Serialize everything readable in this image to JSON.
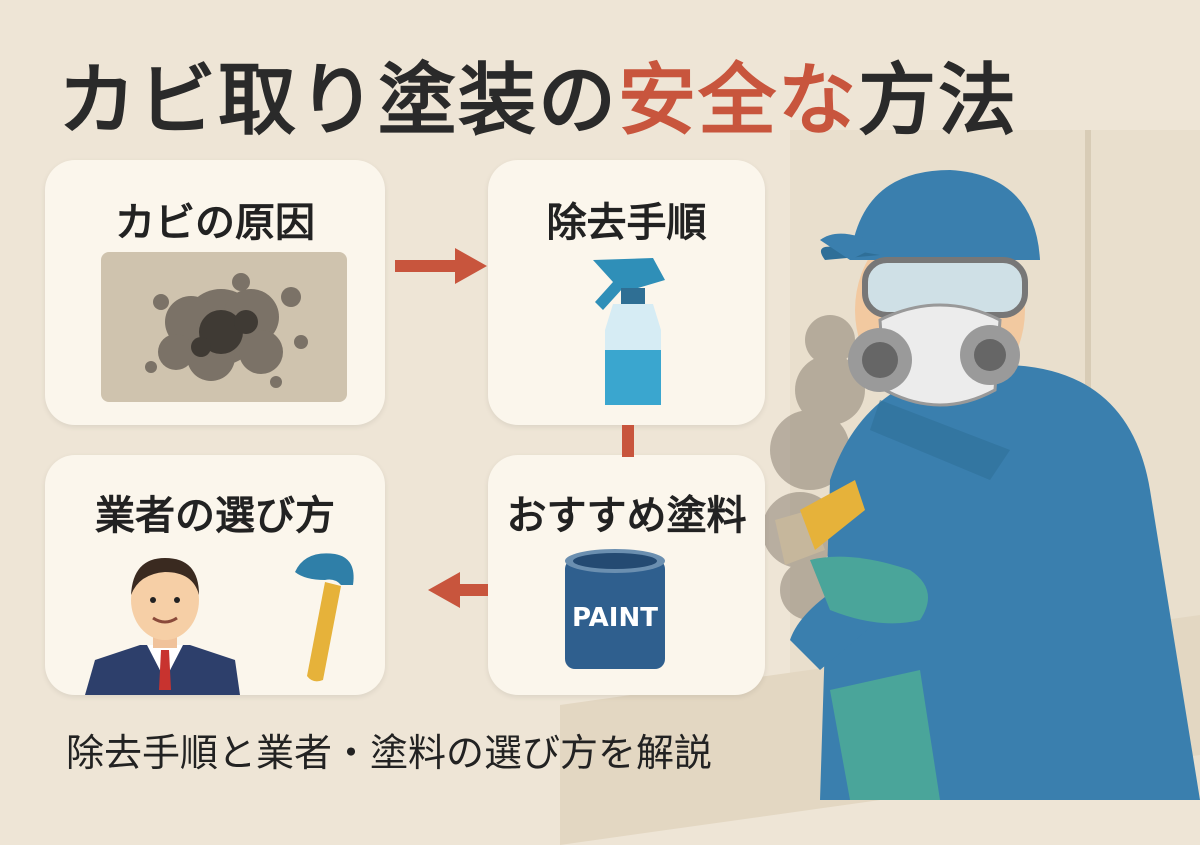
{
  "title": {
    "part1": "カビ取り塗装の",
    "accent": "安全な",
    "part2": "方法"
  },
  "colors": {
    "background": "#eee5d6",
    "card": "#fbf6ec",
    "accent": "#c8553d",
    "text": "#2a2a2a",
    "worker_blue": "#3a7fae"
  },
  "cards": [
    {
      "title": "カビの原因",
      "icon": "mold-stain-icon"
    },
    {
      "title": "除去手順",
      "icon": "spray-bottle-icon"
    },
    {
      "title": "業者の選び方",
      "icon": "businessman-and-hammer-icon"
    },
    {
      "title": "おすすめ塗料",
      "icon": "paint-can-icon",
      "can_label": "PAINT"
    }
  ],
  "subtitle": "除去手順と業者・塗料の選び方を解説"
}
